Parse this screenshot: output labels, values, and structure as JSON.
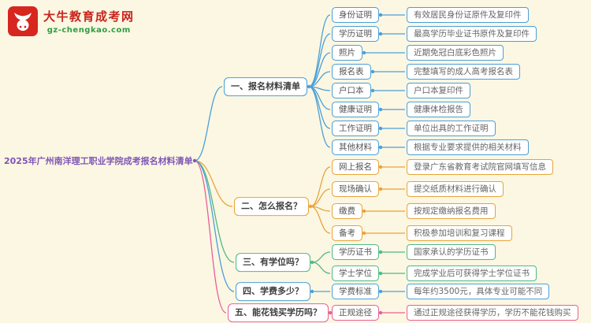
{
  "site": {
    "logo_text": "大牛教育成考网",
    "logo_domain": "gz-chengkao.com"
  },
  "mindmap": {
    "root": "2025年广州南洋理工职业学院成考报名材料清单",
    "root_color": "#7e57b5",
    "background_color": "#fcf7e2",
    "branches": [
      {
        "label": "一、报名材料清单",
        "color": "#4b9fd8",
        "children": [
          {
            "label": "身份证明",
            "desc": "有效居民身份证原件及复印件"
          },
          {
            "label": "学历证明",
            "desc": "最高学历毕业证书原件及复印件"
          },
          {
            "label": "照片",
            "desc": "近期免冠白底彩色照片"
          },
          {
            "label": "报名表",
            "desc": "完整填写的成人高考报名表"
          },
          {
            "label": "户口本",
            "desc": "户口本复印件"
          },
          {
            "label": "健康证明",
            "desc": "健康体检报告"
          },
          {
            "label": "工作证明",
            "desc": "单位出具的工作证明"
          },
          {
            "label": "其他材料",
            "desc": "根据专业要求提供的相关材料"
          }
        ]
      },
      {
        "label": "二、怎么报名？",
        "color": "#e8a33c",
        "children": [
          {
            "label": "网上报名",
            "desc": "登录广东省教育考试院官网填写信息"
          },
          {
            "label": "现场确认",
            "desc": "提交纸质材料进行确认"
          },
          {
            "label": "缴费",
            "desc": "按规定缴纳报名费用"
          },
          {
            "label": "备考",
            "desc": "积极参加培训和复习课程"
          }
        ]
      },
      {
        "label": "三、有学位吗？",
        "color": "#50b887",
        "children": [
          {
            "label": "学历证书",
            "desc": "国家承认的学历证书"
          },
          {
            "label": "学士学位",
            "desc": "完成学业后可获得学士学位证书"
          }
        ]
      },
      {
        "label": "四、学费多少？",
        "color": "#4b9fd8",
        "children": [
          {
            "label": "学费标准",
            "desc": "每年约3500元，具体专业可能不同"
          }
        ]
      },
      {
        "label": "五、能花钱买学历吗？",
        "color": "#e85f98",
        "children": [
          {
            "label": "正规途径",
            "desc": "通过正规途径获得学历，学历不能花钱购买"
          }
        ]
      }
    ]
  }
}
